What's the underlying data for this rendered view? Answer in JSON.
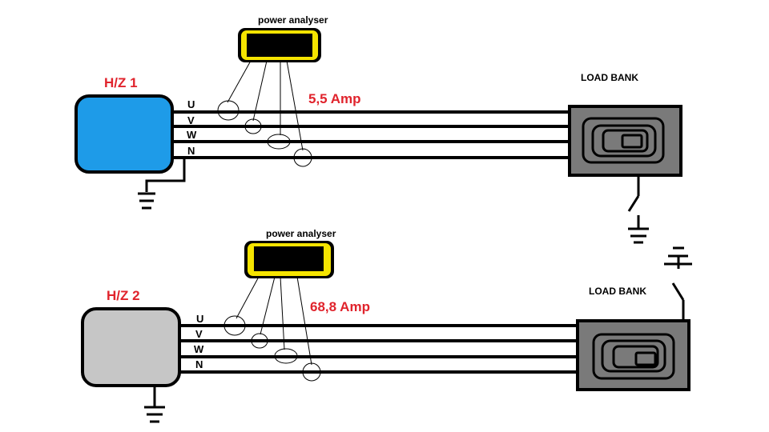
{
  "colors": {
    "hz1_fill": "#1e9be8",
    "hz2_fill": "#c6c6c6",
    "analyser_frame": "#f5e400",
    "current_text": "#e0232c",
    "load_bank_fill": "#7a7a7a"
  },
  "systems": [
    {
      "generator_label": "H/Z 1",
      "analyser_label": "power analyser",
      "current": "5,5 Amp",
      "phases": [
        "U",
        "V",
        "W",
        "N"
      ],
      "load_label": "LOAD BANK"
    },
    {
      "generator_label": "H/Z 2",
      "analyser_label": "power analyser",
      "current": "68,8 Amp",
      "phases": [
        "U",
        "V",
        "W",
        "N"
      ],
      "load_label": "LOAD BANK"
    }
  ]
}
